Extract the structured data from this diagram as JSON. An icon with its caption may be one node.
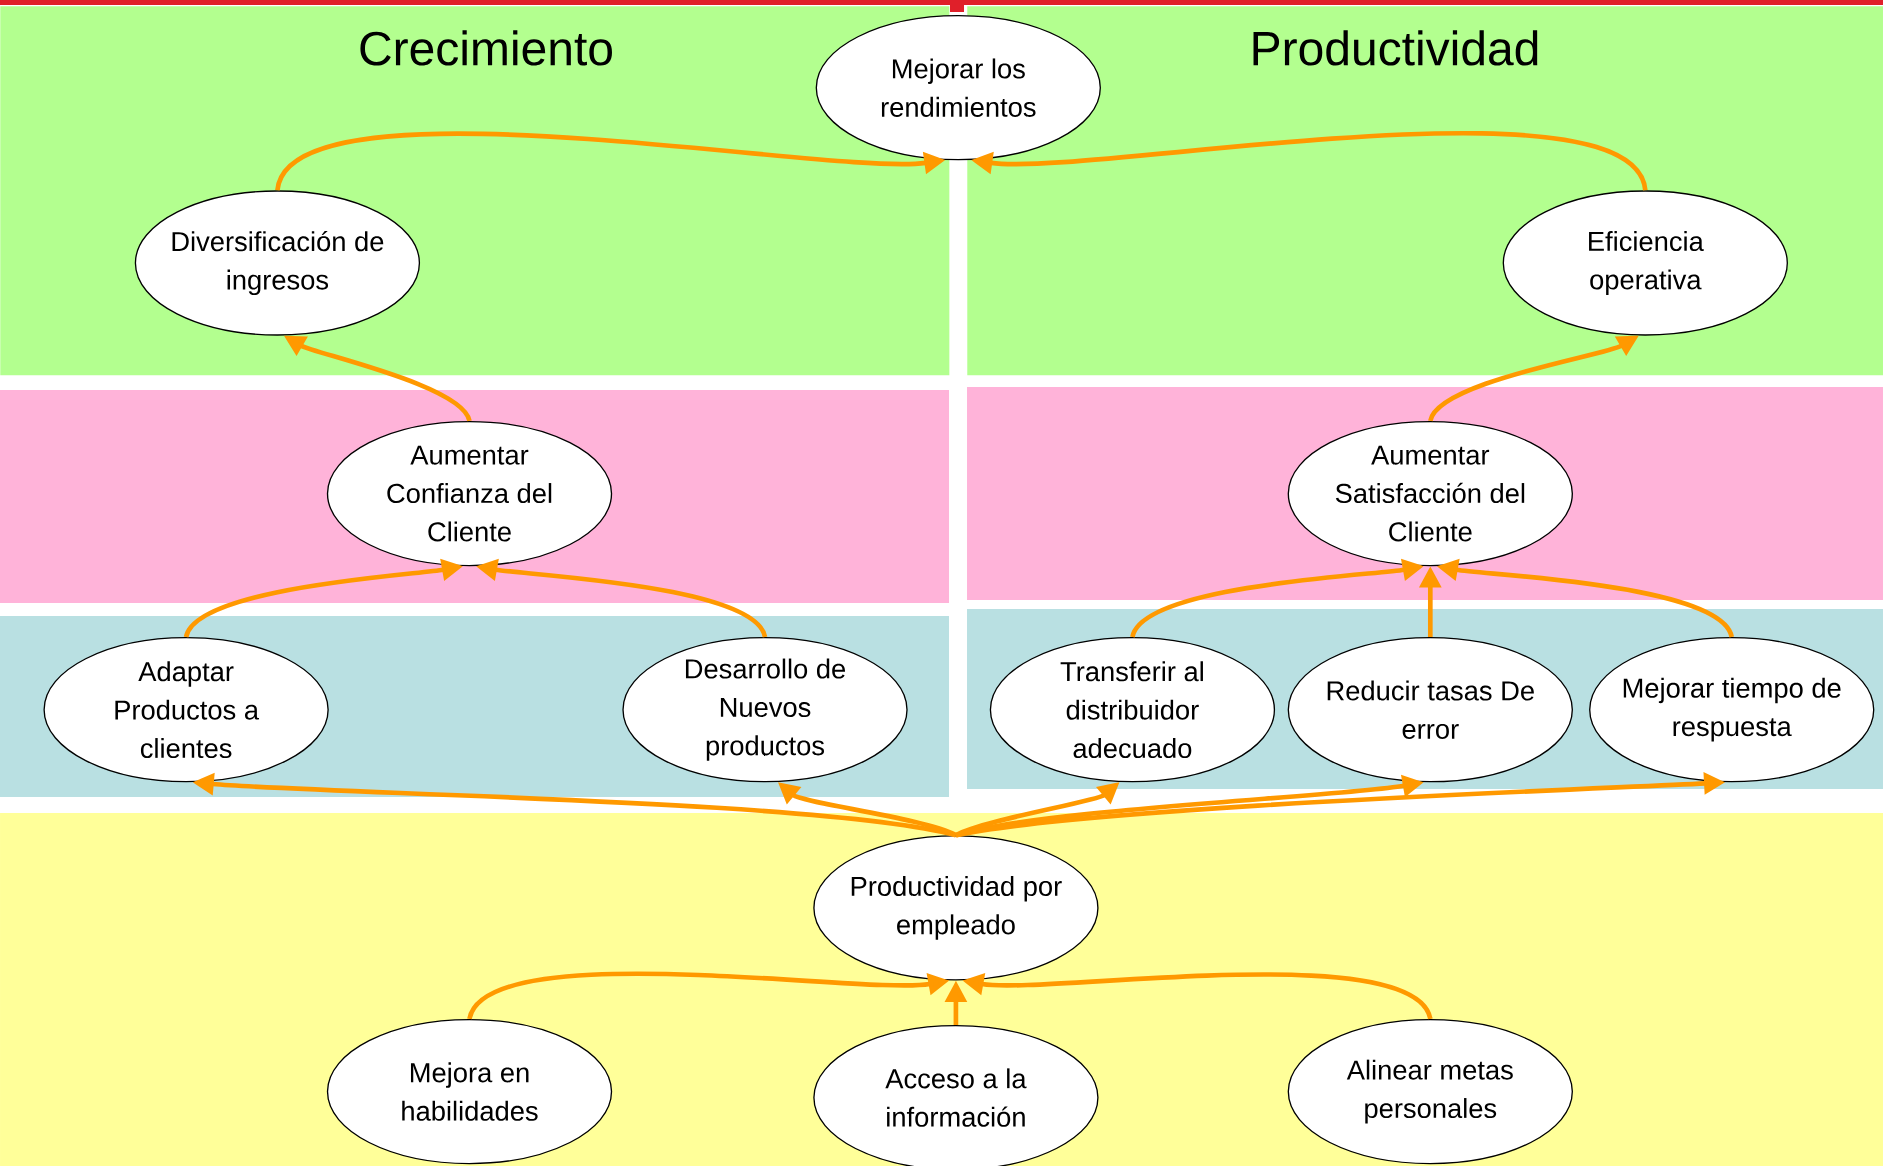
{
  "diagram": {
    "nodes": [
      {
        "text": [
          "Crecimiento"
        ]
      },
      {
        "text": [
          "Productividad"
        ]
      },
      {
        "text": [
          "Mejorar los rendimientos"
        ]
      },
      {
        "text": [
          "Diversificación de ingresos"
        ],
        "in": 0
      },
      {
        "text": [
          "Eficiencia operativa"
        ],
        "in": 1
      },
      {
        "text": [
          "Aumentar Confianza del Cliente"
        ]
      },
      {
        "text": [
          "Aumentar Satisfacción del Cliente"
        ]
      },
      {
        "text": [
          "Adaptar Productos a clientes"
        ]
      },
      {
        "text": [
          "Desarrollo de Nuevos productos"
        ]
      },
      {
        "text": [
          "Transferir al distribuidor adecuado"
        ]
      },
      {
        "text": [
          "Reducir tasas De error"
        ]
      },
      {
        "text": [
          "Mejorar tiempo de respuesta"
        ]
      },
      {
        "text": [
          "Productividad por empleado"
        ]
      },
      {
        "text": [
          "Mejora en habilidades"
        ]
      },
      {
        "text": [
          "Acceso a la información"
        ]
      },
      {
        "text": [
          "Alinear metas personales"
        ]
      }
    ],
    "edges": [
      {
        "from": 3,
        "to": 2,
        "arrow": "to"
      },
      {
        "from": 4,
        "to": 2,
        "arrow": "to"
      },
      {
        "from": 5,
        "to": 3,
        "arrow": "to"
      },
      {
        "from": 6,
        "to": 4,
        "arrow": "to"
      },
      {
        "from": 7,
        "to": 5,
        "arrow": "to"
      },
      {
        "from": 8,
        "to": 5,
        "arrow": "to"
      },
      {
        "from": 9,
        "to": 6,
        "arrow": "to"
      },
      {
        "from": 10,
        "to": 6,
        "arrow": "to"
      },
      {
        "from": 11,
        "to": 6,
        "arrow": "to"
      },
      {
        "from": 12,
        "to": 7,
        "arrow": "to"
      },
      {
        "from": 12,
        "to": 8,
        "arrow": "to"
      },
      {
        "from": 12,
        "to": 9,
        "arrow": "to"
      },
      {
        "from": 12,
        "to": 10,
        "arrow": "to"
      },
      {
        "from": 12,
        "to": 11,
        "arrow": "to"
      },
      {
        "from": 13,
        "to": 12,
        "arrow": "to"
      },
      {
        "from": 14,
        "to": 12,
        "arrow": "to"
      },
      {
        "from": 15,
        "to": 12,
        "arrow": "to"
      }
    ]
  }
}
